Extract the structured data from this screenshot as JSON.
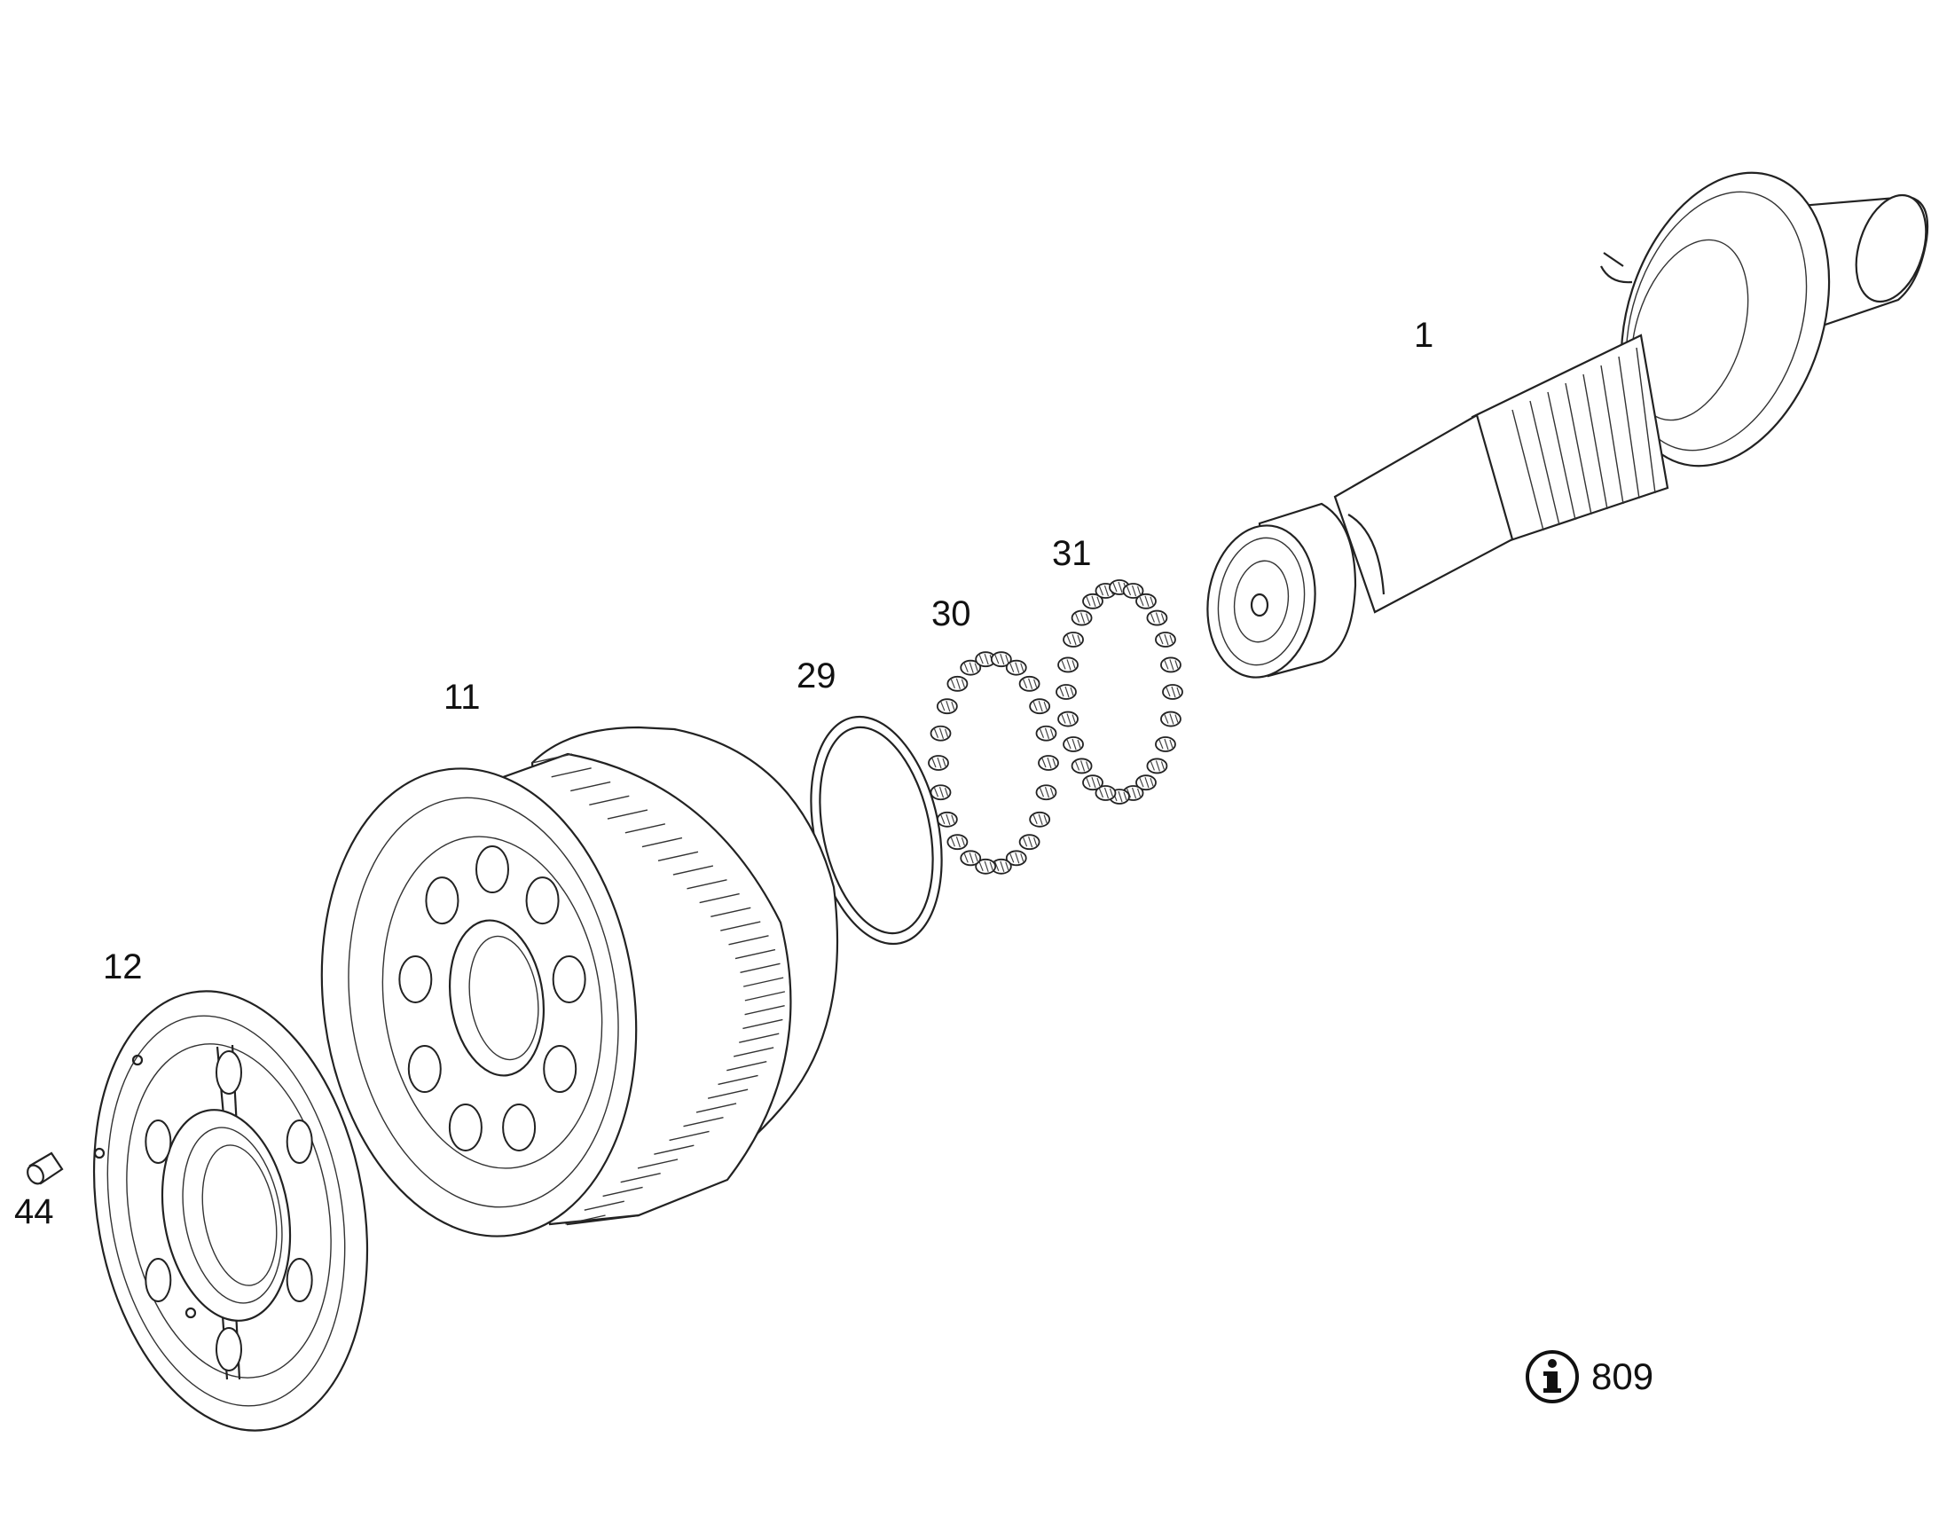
{
  "callouts": {
    "shaft": "1",
    "drum": "11",
    "flange": "12",
    "ring": "29",
    "spring_set_a": "30",
    "spring_set_b": "31",
    "pin": "44"
  },
  "info_reference": {
    "icon": "info-icon",
    "number": "809"
  }
}
